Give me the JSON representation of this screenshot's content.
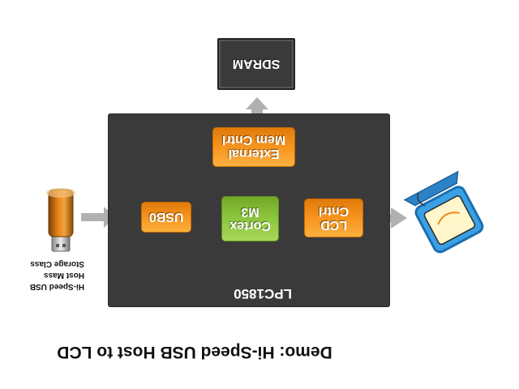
{
  "title": "Demo: Hi-Speed USB Host to LCD",
  "chip": {
    "label": "LPC1850"
  },
  "sdram": {
    "label": "SDRAM"
  },
  "blocks": {
    "usb0": "USB0",
    "cortex_line1": "Cortex",
    "cortex_line2": "M3",
    "lcd_line1": "LCD",
    "lcd_line2": "Cntrl",
    "ext_line1": "External",
    "ext_line2": "Mem Cntrl"
  },
  "usb_stick_caption": [
    "Hi-Speed USB",
    "Host Mass",
    "Storage Class"
  ],
  "colors": {
    "chip": "#3a3a3a",
    "orange": "#f7941d",
    "green": "#8dc63f",
    "arrow": "#b0b0b0",
    "sdram": "#3a3a3a"
  },
  "icons": [
    "usb-stick-icon",
    "lcd-monitor-icon"
  ]
}
